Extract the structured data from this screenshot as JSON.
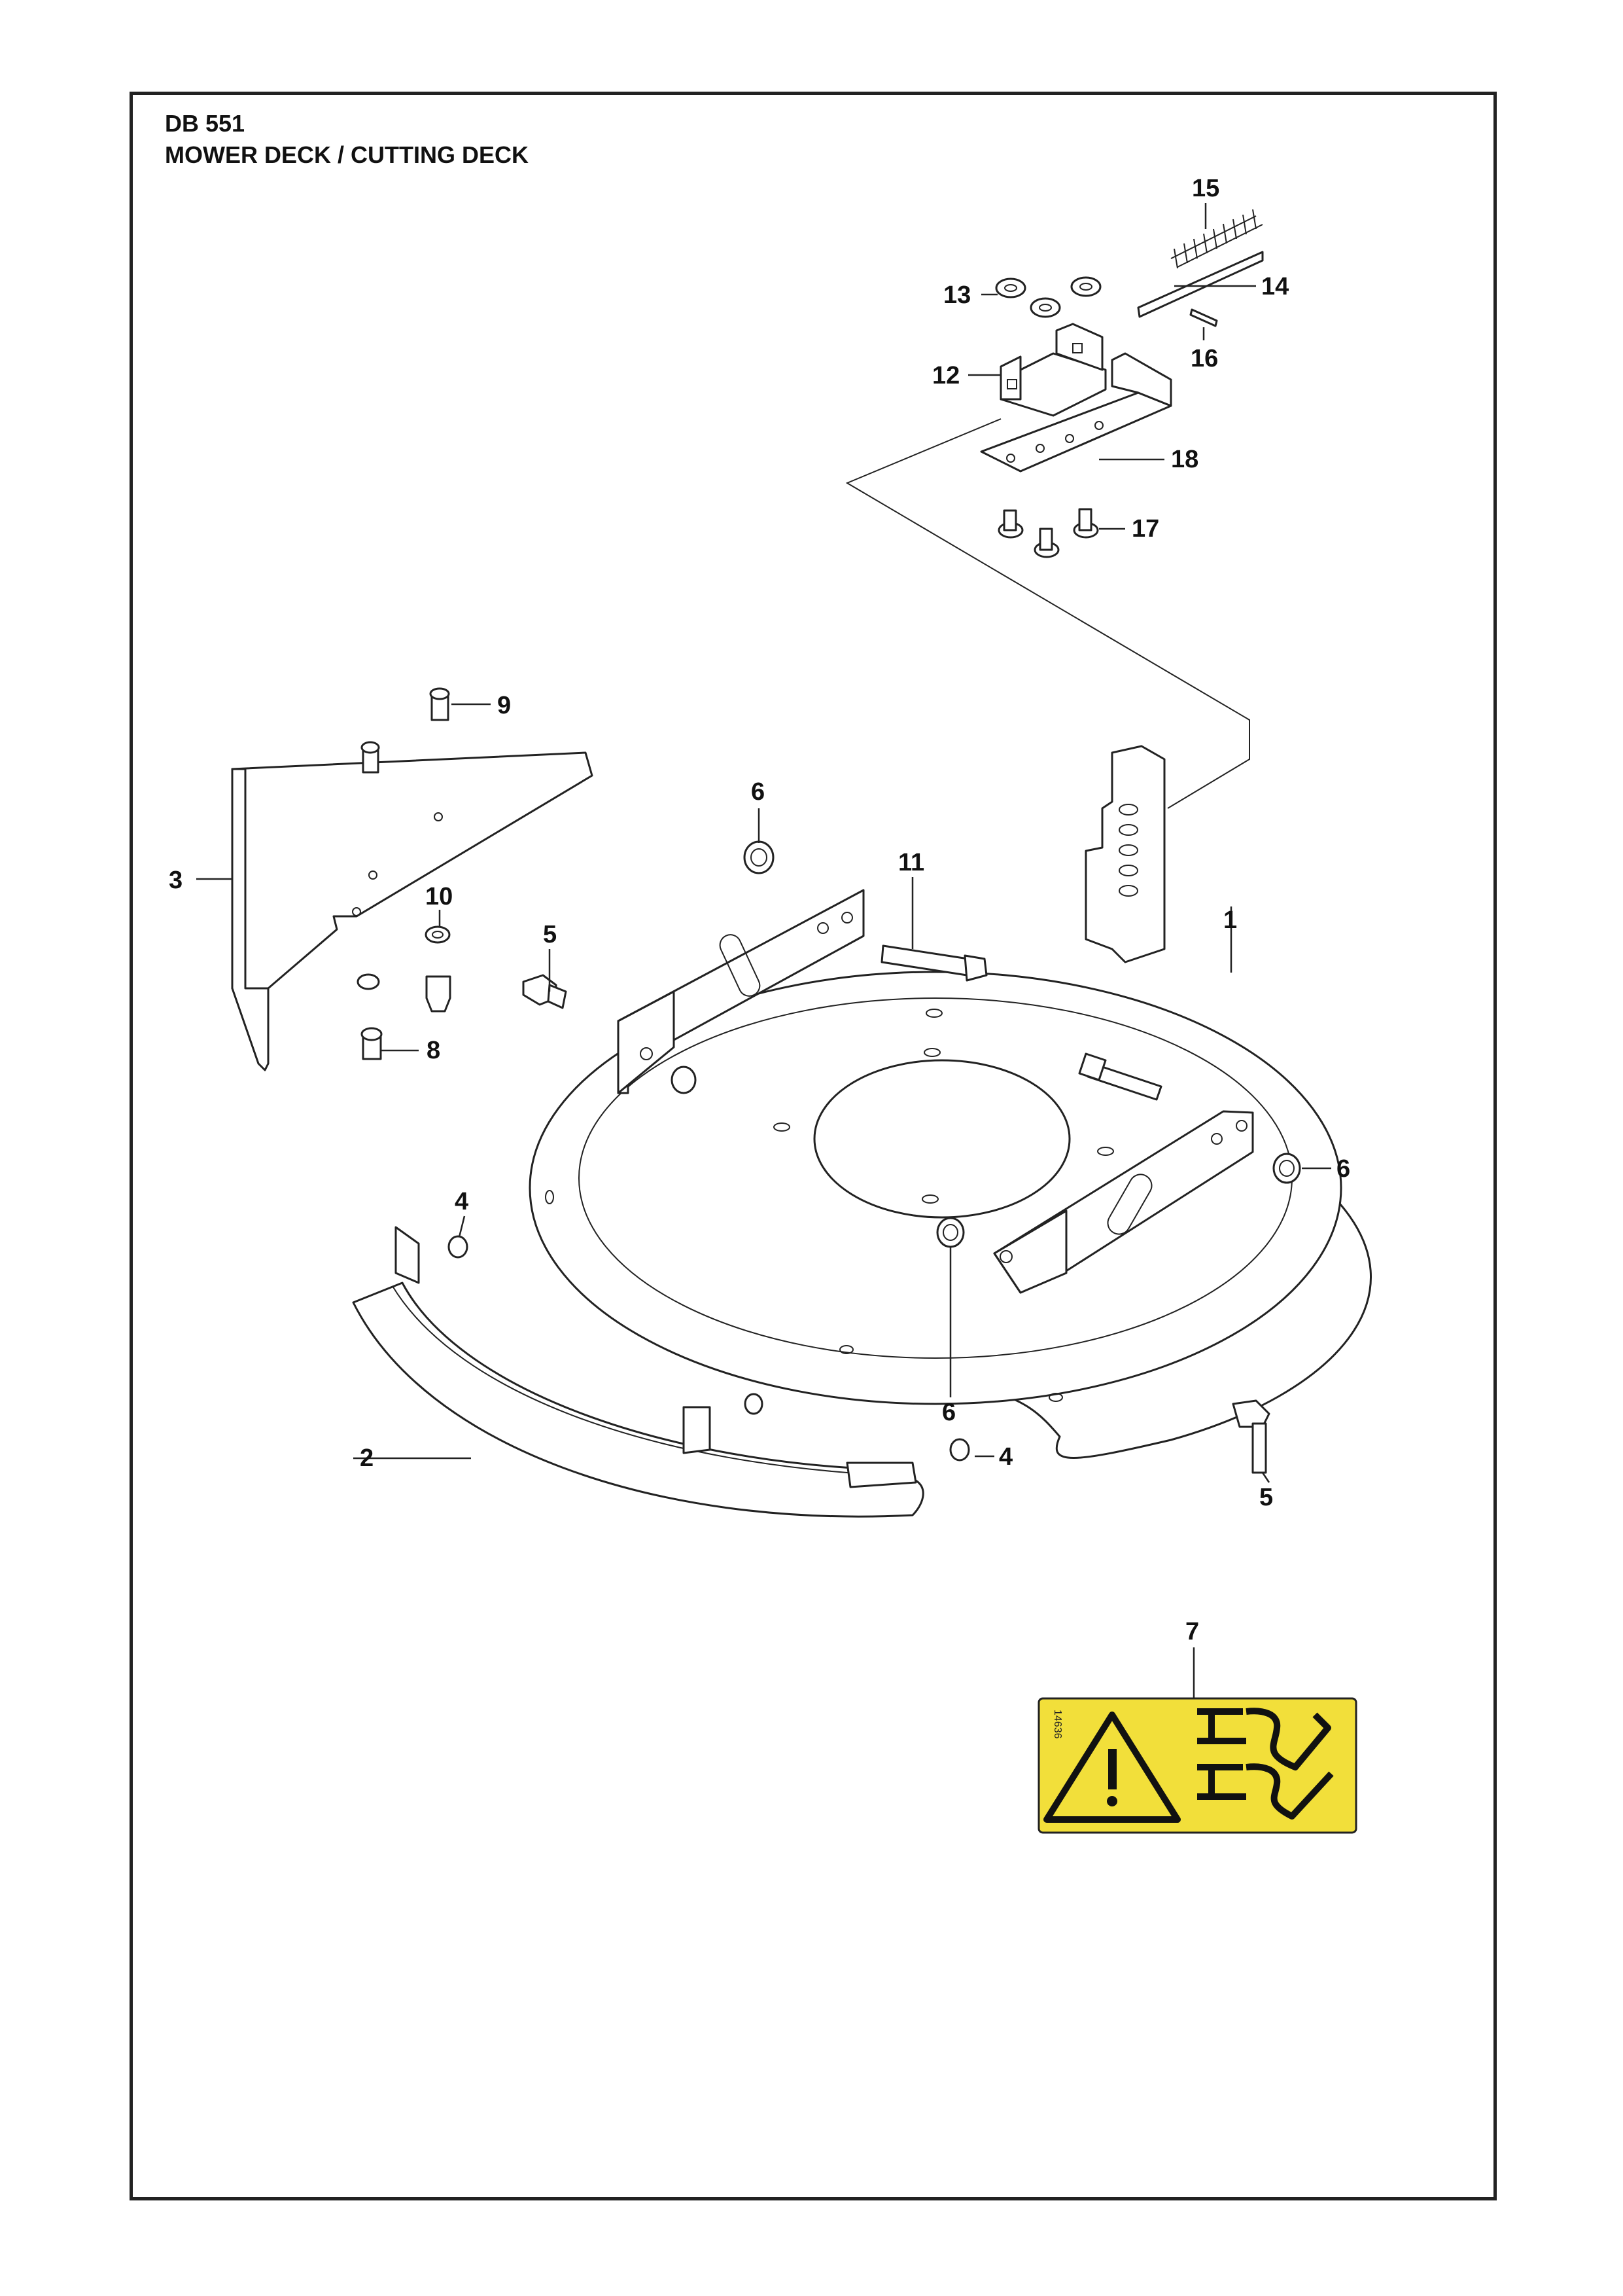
{
  "header": {
    "model": "DB 551",
    "title": "MOWER DECK / CUTTING DECK"
  },
  "callouts": [
    {
      "id": "1",
      "label": "1"
    },
    {
      "id": "2",
      "label": "2"
    },
    {
      "id": "3",
      "label": "3"
    },
    {
      "id": "4a",
      "label": "4"
    },
    {
      "id": "4b",
      "label": "4"
    },
    {
      "id": "5a",
      "label": "5"
    },
    {
      "id": "5b",
      "label": "5"
    },
    {
      "id": "6a",
      "label": "6"
    },
    {
      "id": "6b",
      "label": "6"
    },
    {
      "id": "6c",
      "label": "6"
    },
    {
      "id": "7",
      "label": "7"
    },
    {
      "id": "8",
      "label": "8"
    },
    {
      "id": "9",
      "label": "9"
    },
    {
      "id": "10",
      "label": "10"
    },
    {
      "id": "11",
      "label": "11"
    },
    {
      "id": "12",
      "label": "12"
    },
    {
      "id": "13",
      "label": "13"
    },
    {
      "id": "14",
      "label": "14"
    },
    {
      "id": "15",
      "label": "15"
    },
    {
      "id": "16",
      "label": "16"
    },
    {
      "id": "17",
      "label": "17"
    },
    {
      "id": "18",
      "label": "18"
    }
  ],
  "decal": {
    "code": "14636",
    "background_color": "#f2df3a",
    "icons": [
      "warning-triangle-icon",
      "hand-lever-icon",
      "hand-lever-check-icon"
    ]
  }
}
